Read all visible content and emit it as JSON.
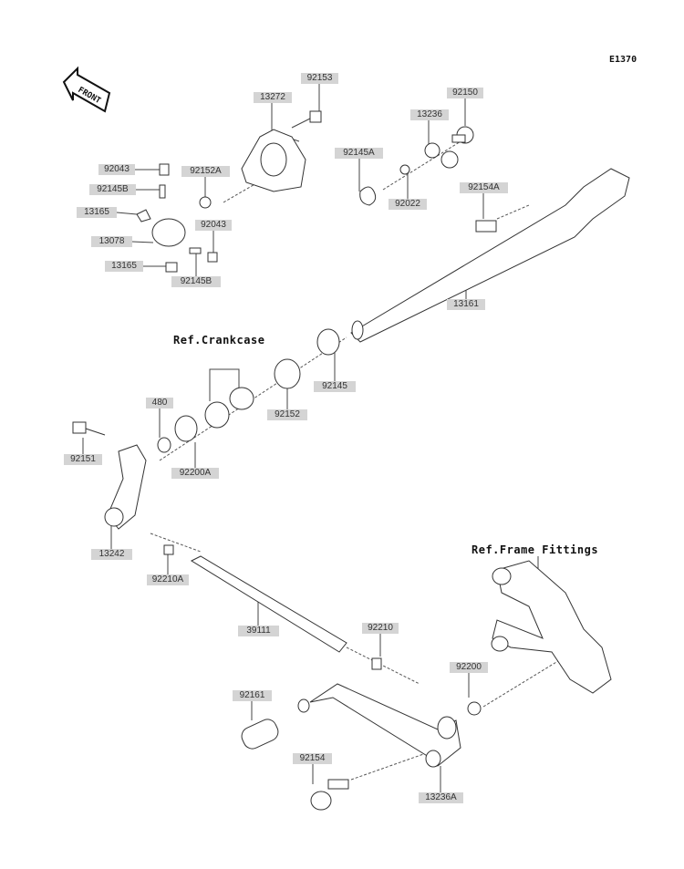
{
  "diagram_code": "E1370",
  "front_arrow": "FRONT",
  "references": {
    "crankcase": "Ref.Crankcase",
    "frame_fittings": "Ref.Frame Fittings"
  },
  "labels": {
    "p92153": "92153",
    "p13272": "13272",
    "p92150": "92150",
    "p13236": "13236",
    "p92145A": "92145A",
    "p92022": "92022",
    "p92154A": "92154A",
    "p92043a": "92043",
    "p92152A": "92152A",
    "p92145Ba": "92145B",
    "p13165a": "13165",
    "p92043b": "92043",
    "p13078": "13078",
    "p13165b": "13165",
    "p92145Bb": "92145B",
    "p13161": "13161",
    "p480": "480",
    "p92145": "92145",
    "p92152": "92152",
    "p92151": "92151",
    "p92200A": "92200A",
    "p13242": "13242",
    "p92210A": "92210A",
    "p39111": "39111",
    "p92210": "92210",
    "p92200": "92200",
    "p92161": "92161",
    "p92154": "92154",
    "p13236A": "13236A"
  }
}
